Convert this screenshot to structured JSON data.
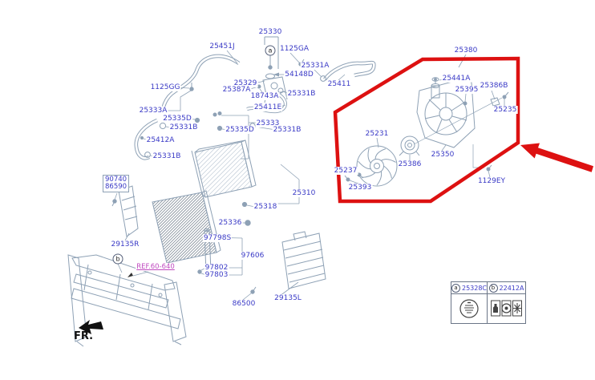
{
  "fr_label": "FR.",
  "ref_label": "REF.60-640",
  "callouts": {
    "a": "a",
    "b": "b"
  },
  "legend": {
    "a_marker": "a",
    "a_part": "25328C",
    "b_marker": "b",
    "b_part": "22412A"
  },
  "parts": {
    "p25330": "25330",
    "p25451J": "25451J",
    "p1125GA": "1125GA",
    "p25331A": "25331A",
    "p54148D": "54148D",
    "p25329": "25329",
    "p25387A": "25387A",
    "p18743A": "18743A",
    "p25331B_a": "25331B",
    "p25411E": "25411E",
    "p25411": "25411",
    "p1125GG": "1125GG",
    "p25333A": "25333A",
    "p25335D_a": "25335D",
    "p25331B_b": "25331B",
    "p25412A": "25412A",
    "p25331B_c": "25331B",
    "p25333": "25333",
    "p25335D_b": "25335D",
    "p25331B_d": "25331B",
    "p25310": "25310",
    "p25318": "25318",
    "p25336": "25336",
    "p90740": "90740",
    "p86590": "86590",
    "p29135R": "29135R",
    "p97798S": "97798S",
    "p97606": "97606",
    "p97802": "97802",
    "p97803": "97803",
    "p29135L": "29135L",
    "p86500": "86500",
    "p25380": "25380",
    "p25441A": "25441A",
    "p25395": "25395",
    "p25386B": "25386B",
    "p25235": "25235",
    "p25231": "25231",
    "p25386": "25386",
    "p25350": "25350",
    "p25237": "25237",
    "p25393": "25393",
    "p1129EY": "1129EY"
  },
  "colors": {
    "label_blue": "#3a3ac6",
    "ref_magenta": "#c04ac0",
    "line_gray": "#8ea1b5",
    "highlight_red": "#dd1111"
  }
}
